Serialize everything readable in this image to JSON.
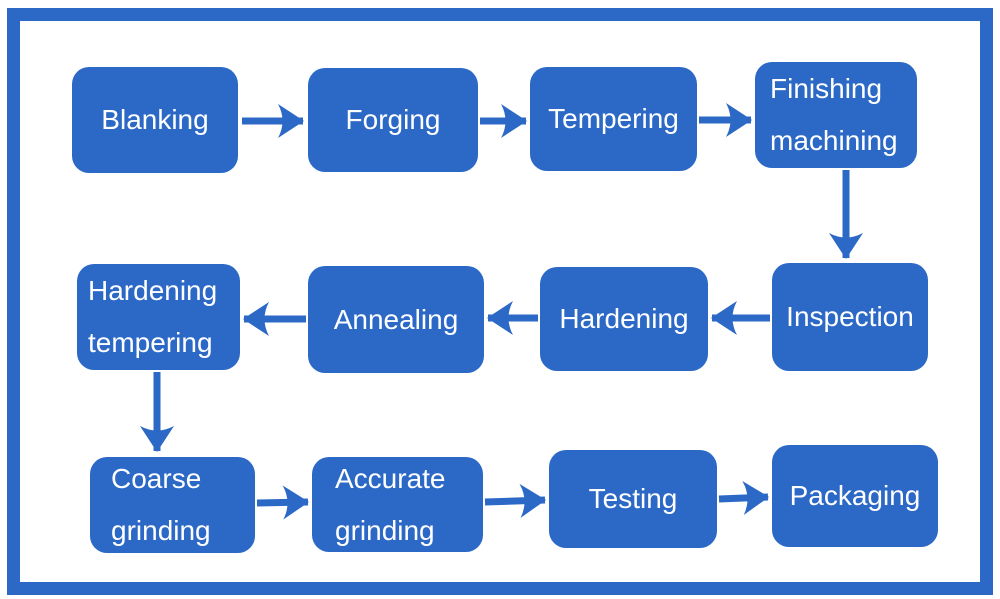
{
  "diagram": {
    "type": "flowchart",
    "accent_color": "#2c69c6",
    "background_color": "#ffffff",
    "text_color": "#ffffff",
    "nodes": [
      {
        "id": "blanking",
        "label": "Blanking"
      },
      {
        "id": "forging",
        "label": "Forging"
      },
      {
        "id": "tempering",
        "label": "Tempering"
      },
      {
        "id": "finishing-machining",
        "label": "Finishing\nmachining"
      },
      {
        "id": "inspection",
        "label": "Inspection"
      },
      {
        "id": "hardening",
        "label": "Hardening"
      },
      {
        "id": "annealing",
        "label": "Annealing"
      },
      {
        "id": "hardening-tempering",
        "label": "Hardening\ntempering"
      },
      {
        "id": "coarse-grinding",
        "label": "Coarse\ngrinding"
      },
      {
        "id": "accurate-grinding",
        "label": "Accurate\ngrinding"
      },
      {
        "id": "testing",
        "label": "Testing"
      },
      {
        "id": "packaging",
        "label": "Packaging"
      }
    ],
    "edges": [
      {
        "from": "blanking",
        "to": "forging"
      },
      {
        "from": "forging",
        "to": "tempering"
      },
      {
        "from": "tempering",
        "to": "finishing-machining"
      },
      {
        "from": "finishing-machining",
        "to": "inspection"
      },
      {
        "from": "inspection",
        "to": "hardening"
      },
      {
        "from": "hardening",
        "to": "annealing"
      },
      {
        "from": "annealing",
        "to": "hardening-tempering"
      },
      {
        "from": "hardening-tempering",
        "to": "coarse-grinding"
      },
      {
        "from": "coarse-grinding",
        "to": "accurate-grinding"
      },
      {
        "from": "accurate-grinding",
        "to": "testing"
      },
      {
        "from": "testing",
        "to": "packaging"
      }
    ]
  }
}
